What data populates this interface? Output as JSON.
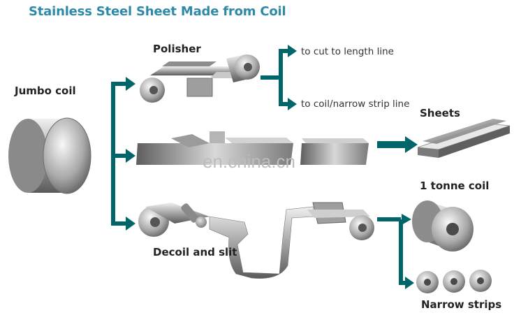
{
  "title": "Stainless Steel Sheet Made from Coil",
  "colors": {
    "title": "#2e8aa8",
    "arrow": "#00666a",
    "steel_dark": "#4f4f4f",
    "steel_mid": "#9a9a9a",
    "steel_light": "#e8e8e8"
  },
  "labels": {
    "jumbo_coil": "Jumbo coil",
    "polisher": "Polisher",
    "to_cut": "to cut to length line",
    "to_coil": "to coil/narrow strip line",
    "sheets": "Sheets",
    "one_tonne": "1 tonne coil",
    "decoil_slit": "Decoil and slit",
    "narrow_strips": "Narrow strips"
  },
  "watermark": "en.china.cn"
}
